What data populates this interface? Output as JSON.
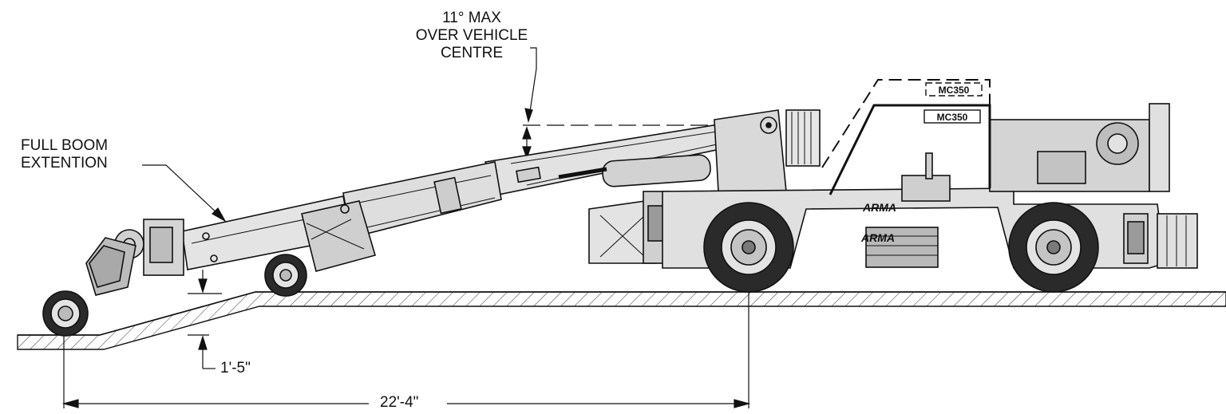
{
  "annotations": {
    "angle": {
      "lines": [
        "11° MAX",
        "OVER VEHICLE",
        "CENTRE"
      ]
    },
    "boom": {
      "lines": [
        "FULL BOOM",
        "EXTENTION"
      ]
    },
    "depth": {
      "text": "1'-5\""
    },
    "reach": {
      "text": "22'-4\""
    }
  },
  "machine": {
    "model_badge": "MC350",
    "logo": "ARMA"
  },
  "colors": {
    "body_fill": "#dcdcdc",
    "body_dark": "#9a9a9a",
    "line": "#111111",
    "tire": "#2a2a2a"
  }
}
